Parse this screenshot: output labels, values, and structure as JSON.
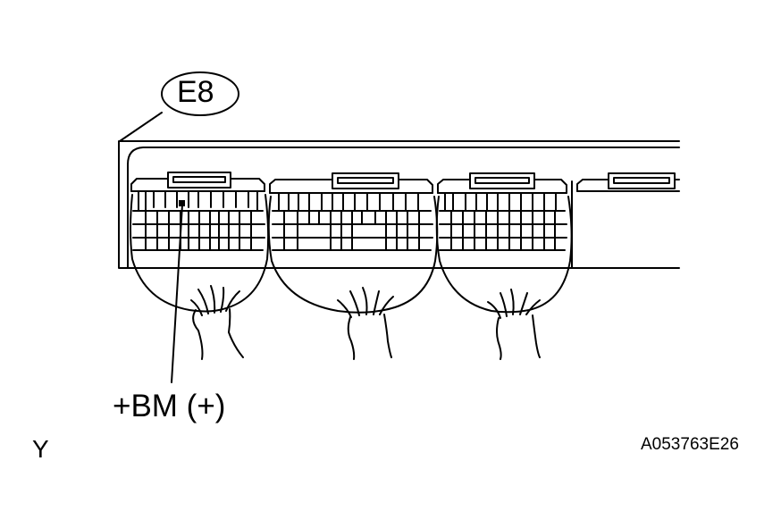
{
  "diagram": {
    "connector_id": "E8",
    "pin_label": "+BM (+)",
    "view_letter": "Y",
    "figure_code": "A053763E26"
  }
}
